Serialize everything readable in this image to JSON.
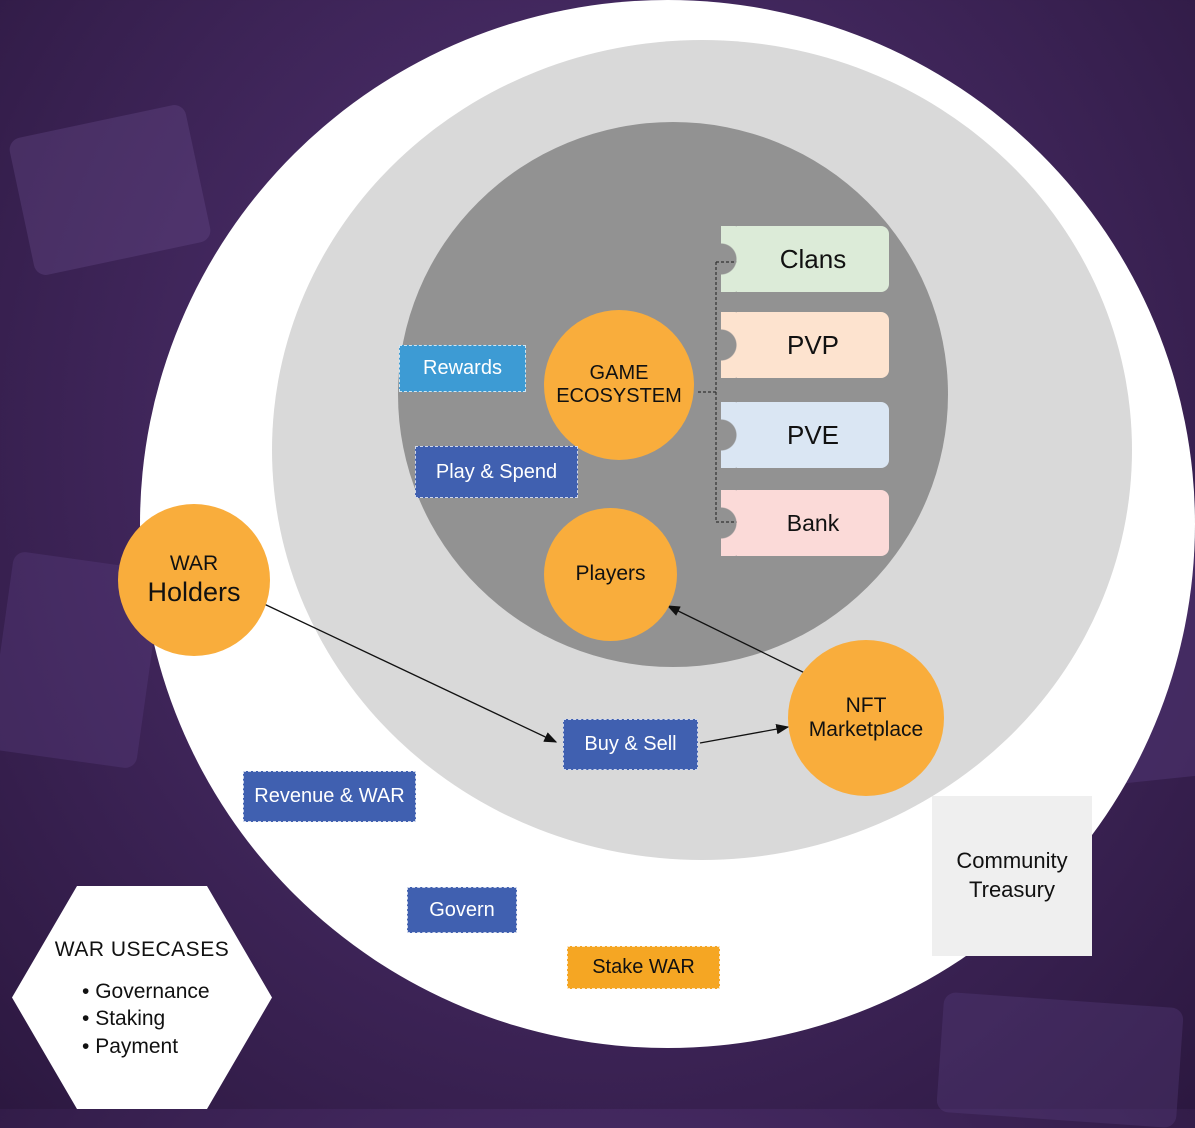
{
  "diagram": {
    "nodes": {
      "game_ecosystem": [
        "GAME",
        "ECOSYSTEM"
      ],
      "war_holders": [
        "WAR",
        "Holders"
      ],
      "players": "Players",
      "nft_marketplace": [
        "NFT",
        "Marketplace"
      ]
    },
    "tabs": {
      "clans": "Clans",
      "pvp": "PVP",
      "pve": "PVE",
      "bank": "Bank"
    },
    "labels": {
      "rewards": "Rewards",
      "play_spend": "Play & Spend",
      "buy_sell": "Buy & Sell",
      "revenue_war": "Revenue & WAR",
      "govern": "Govern",
      "stake_war": "Stake WAR"
    },
    "treasury": [
      "Community",
      "Treasury"
    ],
    "usecases": {
      "title": "WAR  USECASES",
      "items": [
        "Governance",
        "Staking",
        "Payment"
      ]
    }
  },
  "colors": {
    "node_orange": "#f9ad3c",
    "label_blue": "#4060b0",
    "label_cyan": "#3d9bd4",
    "label_orange": "#f5a623",
    "tab_clans": "#dcebd8",
    "tab_pvp": "#fde3cf",
    "tab_pve": "#dae6f3",
    "tab_bank": "#fbdad8"
  }
}
